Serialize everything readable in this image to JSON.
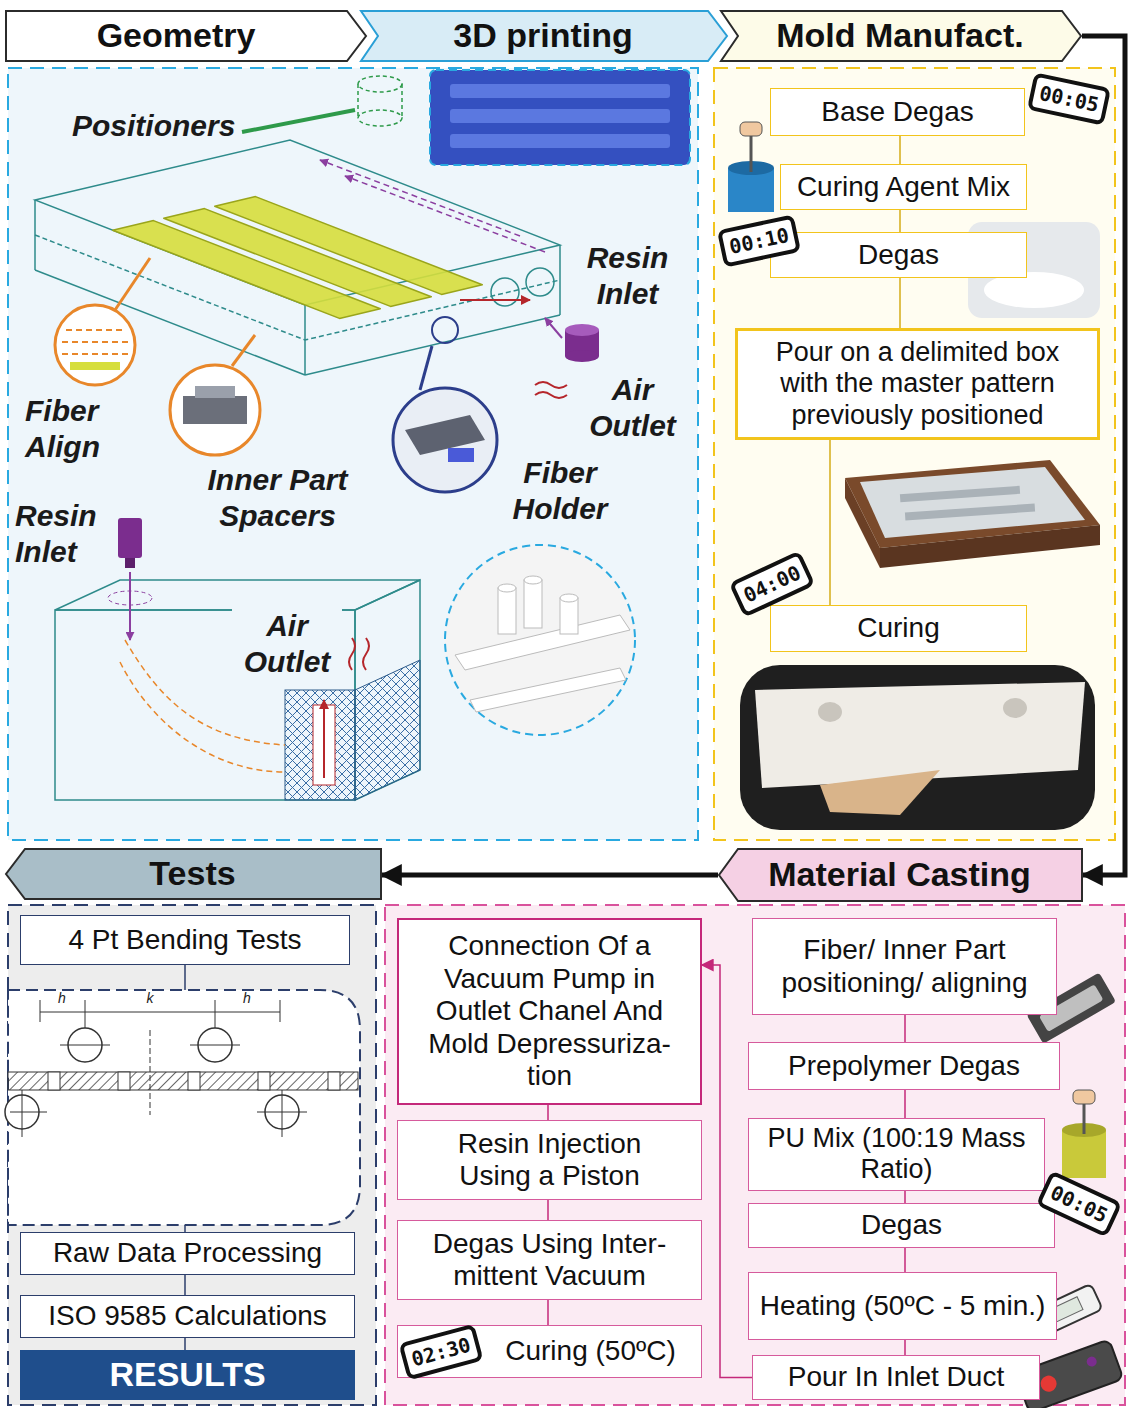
{
  "diagram": {
    "nodes": [
      {
        "text": [
          "Geometry"
        ]
      },
      {
        "text": [
          "3D printing"
        ]
      },
      {
        "text": [
          "Mold Manufact."
        ]
      },
      {
        "text": [
          "Base Degas"
        ]
      },
      {
        "text": [
          "Curing Agent Mix"
        ]
      },
      {
        "text": [
          "Degas"
        ]
      },
      {
        "text": [
          "Pour on a delimited box with the master pattern previously positioned"
        ]
      },
      {
        "text": [
          "Curing"
        ]
      },
      {
        "text": [
          "Tests"
        ]
      },
      {
        "text": [
          "4 Pt Bending Tests"
        ]
      },
      {
        "text": [
          "Raw Data Processing"
        ]
      },
      {
        "text": [
          "ISO 9585 Calculations"
        ]
      },
      {
        "text": [
          "RESULTS"
        ]
      },
      {
        "text": [
          "Material Casting"
        ]
      },
      {
        "text": [
          "Connection Of a Vacuum Pump in Outlet Chanel And Mold Depressuriza- tion"
        ]
      },
      {
        "text": [
          "Resin Injection Using a Piston"
        ]
      },
      {
        "text": [
          "Degas Using Inter- mittent Vacuum"
        ]
      },
      {
        "text": [
          "Curing (50ºC)"
        ]
      },
      {
        "text": [
          "Fiber/ Inner Part positioning/ aligning"
        ]
      },
      {
        "text": [
          "Prepolymer Degas"
        ]
      },
      {
        "text": [
          "PU Mix (100:19 Mass Ratio)"
        ]
      },
      {
        "text": [
          "Degas"
        ]
      },
      {
        "text": [
          "Heating (50ºC - 5 min.)"
        ]
      },
      {
        "text": [
          "Pour In Inlet Duct"
        ]
      }
    ],
    "edges": [
      {
        "from": 3,
        "to": 4,
        "arrow": "none"
      },
      {
        "from": 4,
        "to": 5,
        "arrow": "none"
      },
      {
        "from": 5,
        "to": 6,
        "arrow": "none"
      },
      {
        "from": 6,
        "to": 7,
        "arrow": "none"
      },
      {
        "from": 2,
        "to": 13,
        "arrow": "to"
      },
      {
        "from": 13,
        "to": 8,
        "arrow": "to"
      },
      {
        "from": 9,
        "to": 10,
        "arrow": "none"
      },
      {
        "from": 10,
        "to": 11,
        "arrow": "none"
      },
      {
        "from": 11,
        "to": 12,
        "arrow": "none"
      },
      {
        "from": 14,
        "to": 15,
        "arrow": "none"
      },
      {
        "from": 15,
        "to": 16,
        "arrow": "none"
      },
      {
        "from": 16,
        "to": 17,
        "arrow": "none"
      },
      {
        "from": 18,
        "to": 19,
        "arrow": "none"
      },
      {
        "from": 19,
        "to": 20,
        "arrow": "none"
      },
      {
        "from": 20,
        "to": 21,
        "arrow": "none"
      },
      {
        "from": 21,
        "to": 22,
        "arrow": "none"
      },
      {
        "from": 22,
        "to": 23,
        "arrow": "none"
      },
      {
        "from": 23,
        "to": 14,
        "arrow": "to"
      }
    ],
    "labels": [
      "Positioners",
      "Resin Inlet",
      "Fiber Align",
      "Inner Part Spacers",
      "Air Outlet",
      "Fiber Holder",
      "Resin Inlet",
      "Air Outlet",
      "00:05",
      "00:10",
      "04:00",
      "h",
      "k",
      "h",
      "02:30",
      "00:05"
    ]
  }
}
